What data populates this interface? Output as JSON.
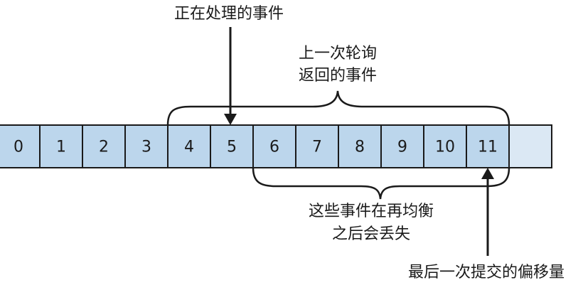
{
  "cells": [
    "0",
    "1",
    "2",
    "3",
    "4",
    "5",
    "6",
    "7",
    "8",
    "9",
    "10",
    "11",
    ""
  ],
  "labels": {
    "processing_event": "正在处理的事件",
    "last_poll_line1": "上一次轮询",
    "last_poll_line2": "返回的事件",
    "lost_events_line1": "这些事件在再均衡",
    "lost_events_line2": "之后会丢失",
    "last_committed_offset": "最后一次提交的偏移量"
  },
  "colors": {
    "cell_fill": "#bcd6ec",
    "empty_cell_fill": "#dbe8f4",
    "stroke": "#1a1a1a"
  }
}
